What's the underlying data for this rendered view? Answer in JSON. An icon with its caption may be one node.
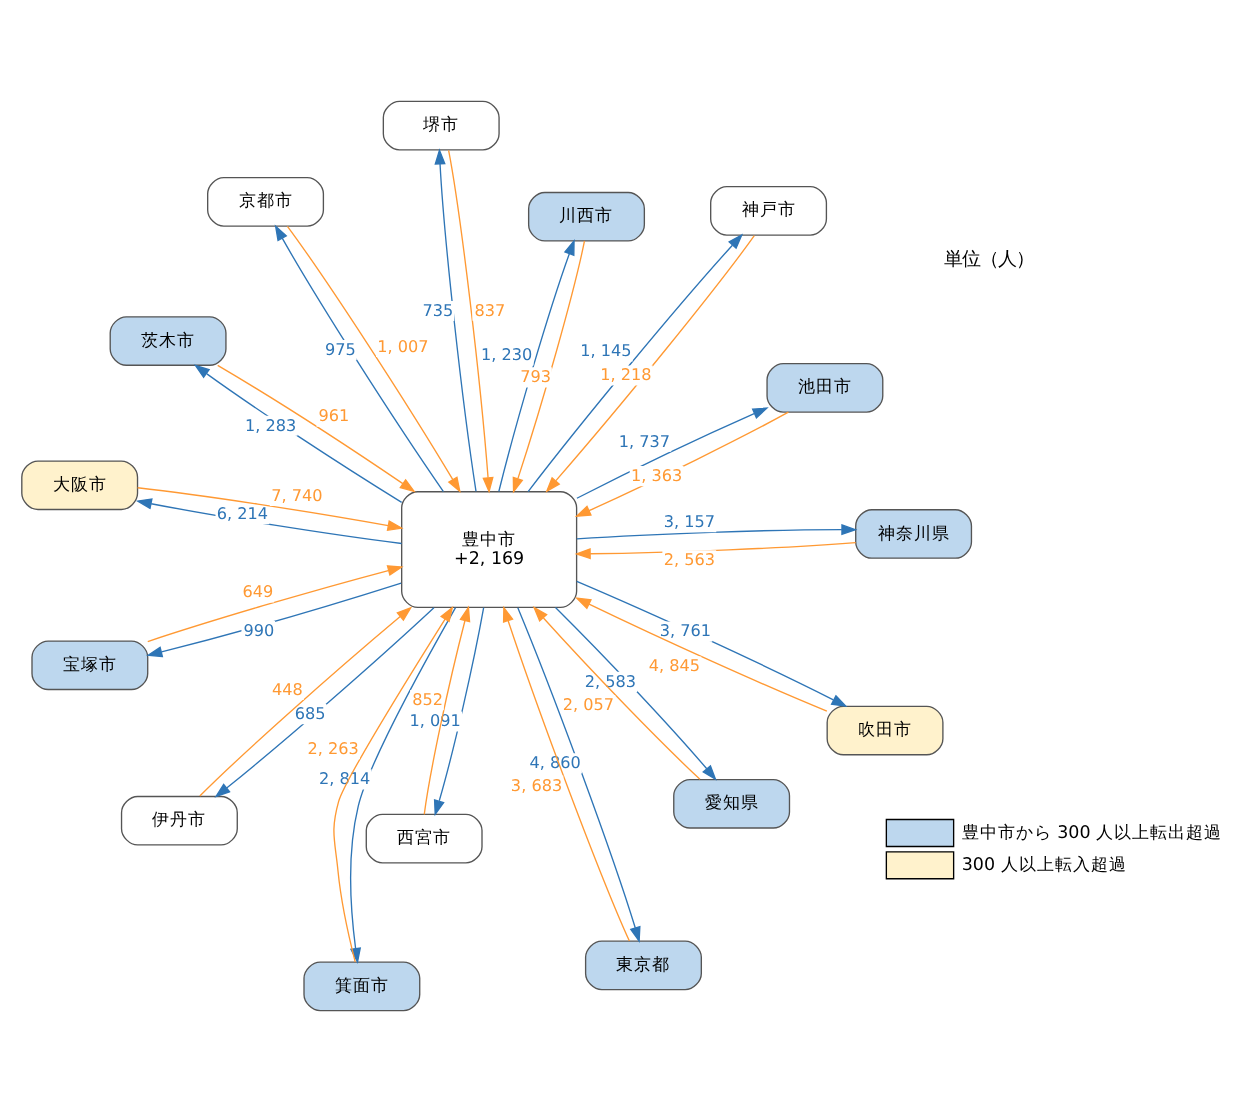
{
  "diagram": {
    "nodes": [
      {
        "text": [
          "豊中市",
          "+2, 169"
        ]
      },
      {
        "text": [
          "池田市"
        ]
      },
      {
        "text": [
          "箕面市"
        ]
      },
      {
        "text": [
          "京都市"
        ]
      },
      {
        "text": [
          "川西市"
        ]
      },
      {
        "text": [
          "茨木市"
        ]
      },
      {
        "text": [
          "宝塚市"
        ]
      },
      {
        "text": [
          "吹田市"
        ]
      },
      {
        "text": [
          "伊丹市"
        ]
      },
      {
        "text": [
          "東京都"
        ]
      },
      {
        "text": [
          "西宮市"
        ]
      },
      {
        "text": [
          "大阪市"
        ]
      },
      {
        "text": [
          "神奈川県"
        ]
      },
      {
        "text": [
          "神戸市"
        ]
      },
      {
        "text": [
          "堺市"
        ]
      },
      {
        "text": [
          "愛知県"
        ]
      }
    ],
    "edges": [
      {
        "from": 0,
        "to": 1,
        "arrow": "to",
        "label": "1, 737",
        "color": "#2e75b6"
      },
      {
        "from": 1,
        "to": 0,
        "arrow": "to",
        "label": "1, 363",
        "color": "#ff9933"
      },
      {
        "from": 0,
        "to": 2,
        "arrow": "to",
        "label": "2, 814",
        "color": "#2e75b6"
      },
      {
        "from": 2,
        "to": 0,
        "arrow": "to",
        "label": "2, 263",
        "color": "#ff9933"
      },
      {
        "from": 0,
        "to": 3,
        "arrow": "to",
        "label": "975",
        "color": "#2e75b6"
      },
      {
        "from": 3,
        "to": 0,
        "arrow": "to",
        "label": "1, 007",
        "color": "#ff9933"
      },
      {
        "from": 0,
        "to": 4,
        "arrow": "to",
        "label": "1, 230",
        "color": "#2e75b6"
      },
      {
        "from": 4,
        "to": 0,
        "arrow": "to",
        "label": "793",
        "color": "#ff9933"
      },
      {
        "from": 0,
        "to": 5,
        "arrow": "to",
        "label": "1, 283",
        "color": "#2e75b6"
      },
      {
        "from": 5,
        "to": 0,
        "arrow": "to",
        "label": "961",
        "color": "#ff9933"
      },
      {
        "from": 0,
        "to": 6,
        "arrow": "to",
        "label": "990",
        "color": "#2e75b6"
      },
      {
        "from": 6,
        "to": 0,
        "arrow": "to",
        "label": "649",
        "color": "#ff9933"
      },
      {
        "from": 0,
        "to": 7,
        "arrow": "to",
        "label": "3, 761",
        "color": "#2e75b6"
      },
      {
        "from": 7,
        "to": 0,
        "arrow": "to",
        "label": "4, 845",
        "color": "#ff9933"
      },
      {
        "from": 0,
        "to": 8,
        "arrow": "to",
        "label": "685",
        "color": "#2e75b6"
      },
      {
        "from": 8,
        "to": 0,
        "arrow": "to",
        "label": "448",
        "color": "#ff9933"
      },
      {
        "from": 0,
        "to": 9,
        "arrow": "to",
        "label": "4, 860",
        "color": "#2e75b6"
      },
      {
        "from": 9,
        "to": 0,
        "arrow": "to",
        "label": "3, 683",
        "color": "#ff9933"
      },
      {
        "from": 0,
        "to": 10,
        "arrow": "to",
        "label": "1, 091",
        "color": "#2e75b6"
      },
      {
        "from": 10,
        "to": 0,
        "arrow": "to",
        "label": "852",
        "color": "#ff9933"
      },
      {
        "from": 0,
        "to": 11,
        "arrow": "to",
        "label": "6, 214",
        "color": "#2e75b6"
      },
      {
        "from": 11,
        "to": 0,
        "arrow": "to",
        "label": "7, 740",
        "color": "#ff9933"
      },
      {
        "from": 0,
        "to": 12,
        "arrow": "to",
        "label": "3, 157",
        "color": "#2e75b6"
      },
      {
        "from": 12,
        "to": 0,
        "arrow": "to",
        "label": "2, 563",
        "color": "#ff9933"
      },
      {
        "from": 0,
        "to": 13,
        "arrow": "to",
        "label": "1, 145",
        "color": "#2e75b6"
      },
      {
        "from": 13,
        "to": 0,
        "arrow": "to",
        "label": "1, 218",
        "color": "#ff9933"
      },
      {
        "from": 0,
        "to": 14,
        "arrow": "to",
        "label": "735",
        "color": "#2e75b6"
      },
      {
        "from": 14,
        "to": 0,
        "arrow": "to",
        "label": "837",
        "color": "#ff9933"
      },
      {
        "from": 0,
        "to": 15,
        "arrow": "to",
        "label": "2, 583",
        "color": "#2e75b6"
      },
      {
        "from": 15,
        "to": 0,
        "arrow": "to",
        "label": "2, 057",
        "color": "#ff9933"
      }
    ],
    "labels": [
      "単位（人）"
    ],
    "legend": [
      {
        "text": "豊中市から 300 人以上転出超過",
        "color": "#bdd7ee"
      },
      {
        "text": "300 人以上転入超過",
        "color": "#fff2cc"
      }
    ]
  }
}
